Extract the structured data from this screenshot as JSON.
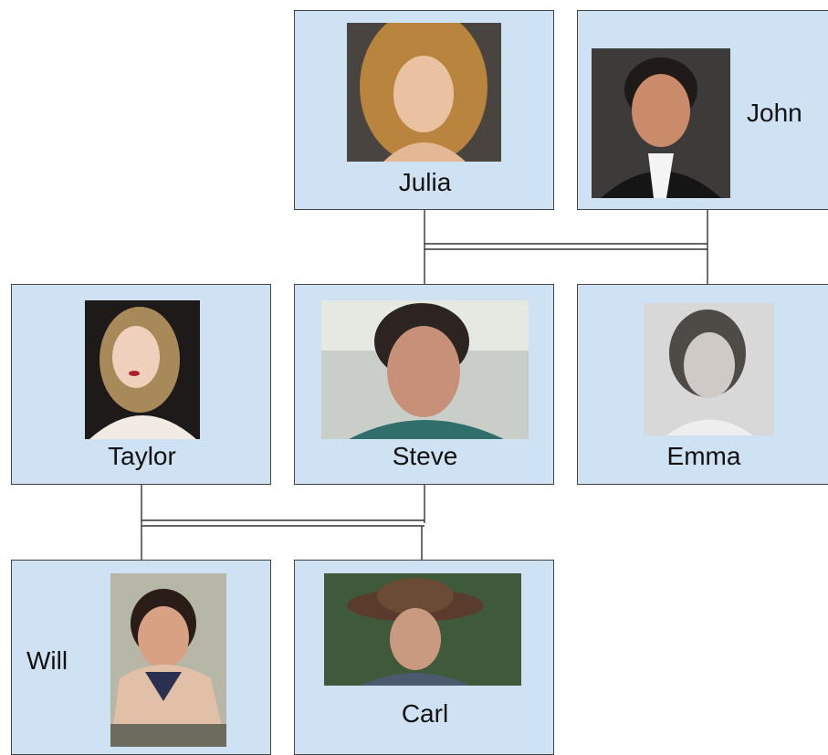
{
  "people": {
    "julia": {
      "name": "Julia"
    },
    "john": {
      "name": "John"
    },
    "taylor": {
      "name": "Taylor"
    },
    "steve": {
      "name": "Steve"
    },
    "emma": {
      "name": "Emma"
    },
    "will": {
      "name": "Will"
    },
    "carl": {
      "name": "Carl"
    }
  },
  "colors": {
    "node_fill": "#cfe2f3",
    "node_border": "#444444",
    "connector": "#333333"
  }
}
